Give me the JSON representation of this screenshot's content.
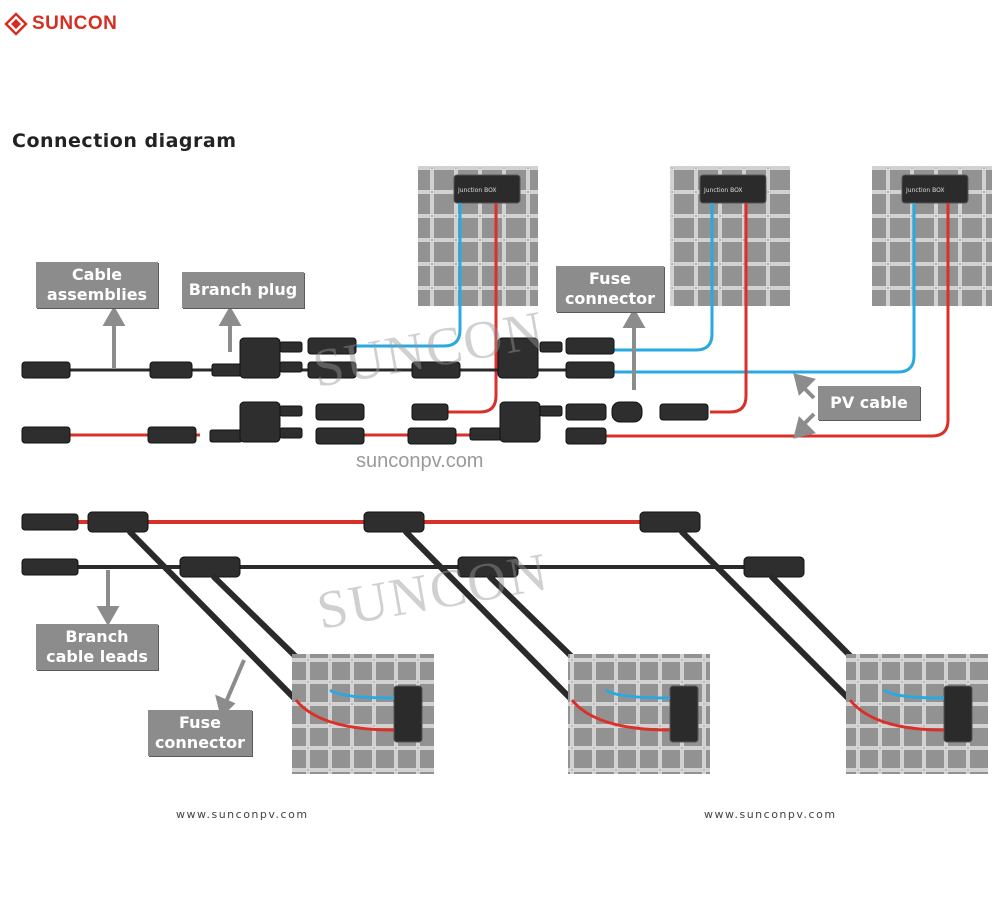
{
  "brand": {
    "name": "SUNCON",
    "color": "#d62f22"
  },
  "title": "Connection diagram",
  "labels": {
    "cable_assemblies": [
      "Cable",
      "assemblies"
    ],
    "branch_plug": "Branch plug",
    "fuse_connector_top": [
      "Fuse",
      "connector"
    ],
    "pv_cable": "PV cable",
    "branch_cable_leads": [
      "Branch",
      "cable leads"
    ],
    "fuse_connector_bottom": [
      "Fuse",
      "connector"
    ]
  },
  "junction_box_label": "Junction BOX",
  "watermark_text": "SUNCON",
  "website_mid": "sunconpv.com",
  "website_footer": [
    "www.sunconpv.com",
    "www.sunconpv.com"
  ],
  "colors": {
    "positive_wire": "#d9302a",
    "negative_wire": "#29a9e0",
    "cable": "#2a2a2a",
    "panel": "#8a8a8a",
    "label_bg": "#8c8c8c"
  }
}
